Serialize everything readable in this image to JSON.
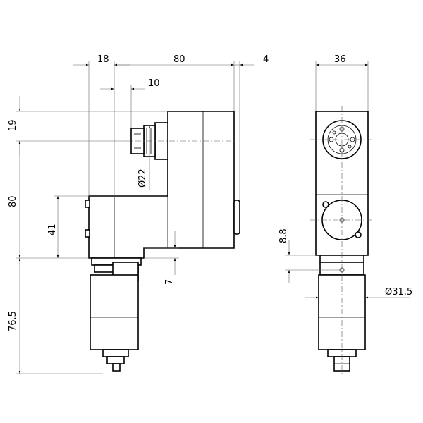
{
  "drawing": {
    "type": "technical-drawing",
    "views": [
      "side-view",
      "front-view"
    ]
  },
  "dimensions": {
    "d18": "18",
    "d80_top": "80",
    "d4": "4",
    "d10": "10",
    "d36": "36",
    "d19": "19",
    "d80_left": "80",
    "d41": "41",
    "d76_5": "76.5",
    "d7": "7",
    "d_phi22": "Ø22",
    "d8_8": "8.8",
    "d_phi31_5": "Ø31.5"
  }
}
